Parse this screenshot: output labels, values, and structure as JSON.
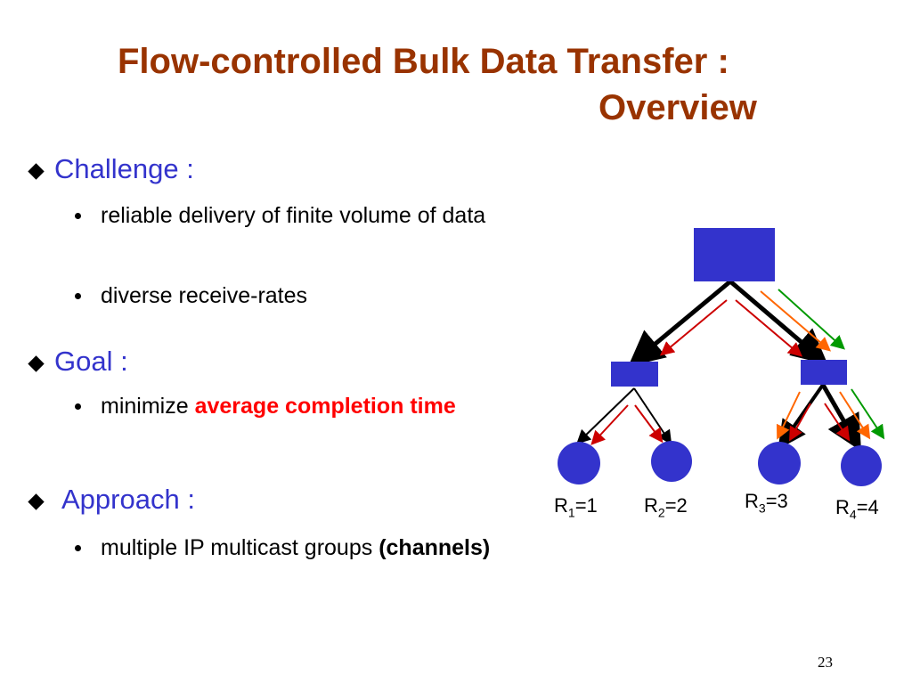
{
  "title": {
    "line1": "Flow-controlled Bulk Data Transfer :",
    "line2": "Overview"
  },
  "sections": [
    {
      "heading": "Challenge :",
      "bullets": [
        {
          "text": "reliable delivery of finite volume of data"
        },
        {
          "text": "diverse receive-rates"
        }
      ]
    },
    {
      "heading": "Goal :",
      "bullets": [
        {
          "prefix": "minimize ",
          "emphasis": "average completion time"
        }
      ]
    },
    {
      "heading": "Approach :",
      "bullets": [
        {
          "text": "multiple IP multicast groups",
          "emphasis": "(channels)"
        }
      ]
    }
  ],
  "diagram": {
    "receivers": [
      {
        "base": "R",
        "sub": "1",
        "value": "=1"
      },
      {
        "base": "R",
        "sub": "2",
        "value": "=2"
      },
      {
        "base": "R",
        "sub": "3",
        "value": "=3"
      },
      {
        "base": "R",
        "sub": "4",
        "value": "=4"
      }
    ],
    "colors": {
      "node": "#3333cc",
      "channel1": "#cc0000",
      "channel2": "#ff6600",
      "channel3": "#009900",
      "link": "#000000"
    }
  },
  "page_number": "23"
}
